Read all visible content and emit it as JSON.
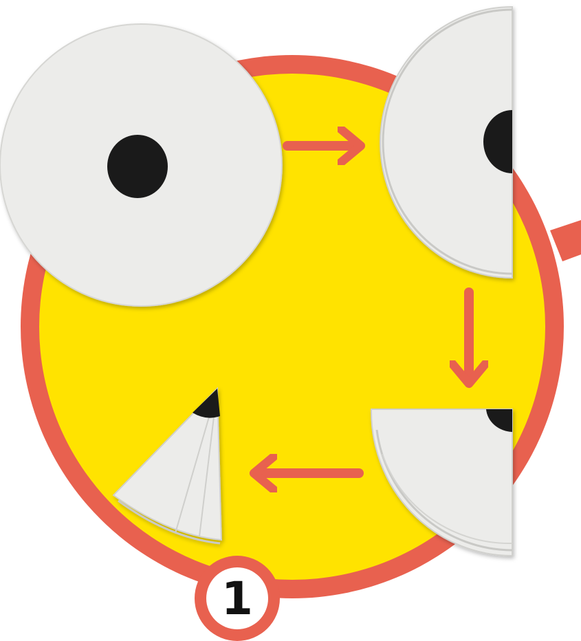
{
  "diagram": {
    "description_steps": [
      "full-filter-paper-with-ink-dot",
      "folded-in-half",
      "folded-in-quarters",
      "folded-into-cone"
    ],
    "step_number": "1",
    "colors": {
      "background": "#ffffff",
      "ring": "#e8614f",
      "disc": "#ffe300",
      "arrow": "#e8614f",
      "paper": "#ececea",
      "paper_shadow": "#c9c9c6",
      "ink": "#1a1a1a"
    }
  }
}
